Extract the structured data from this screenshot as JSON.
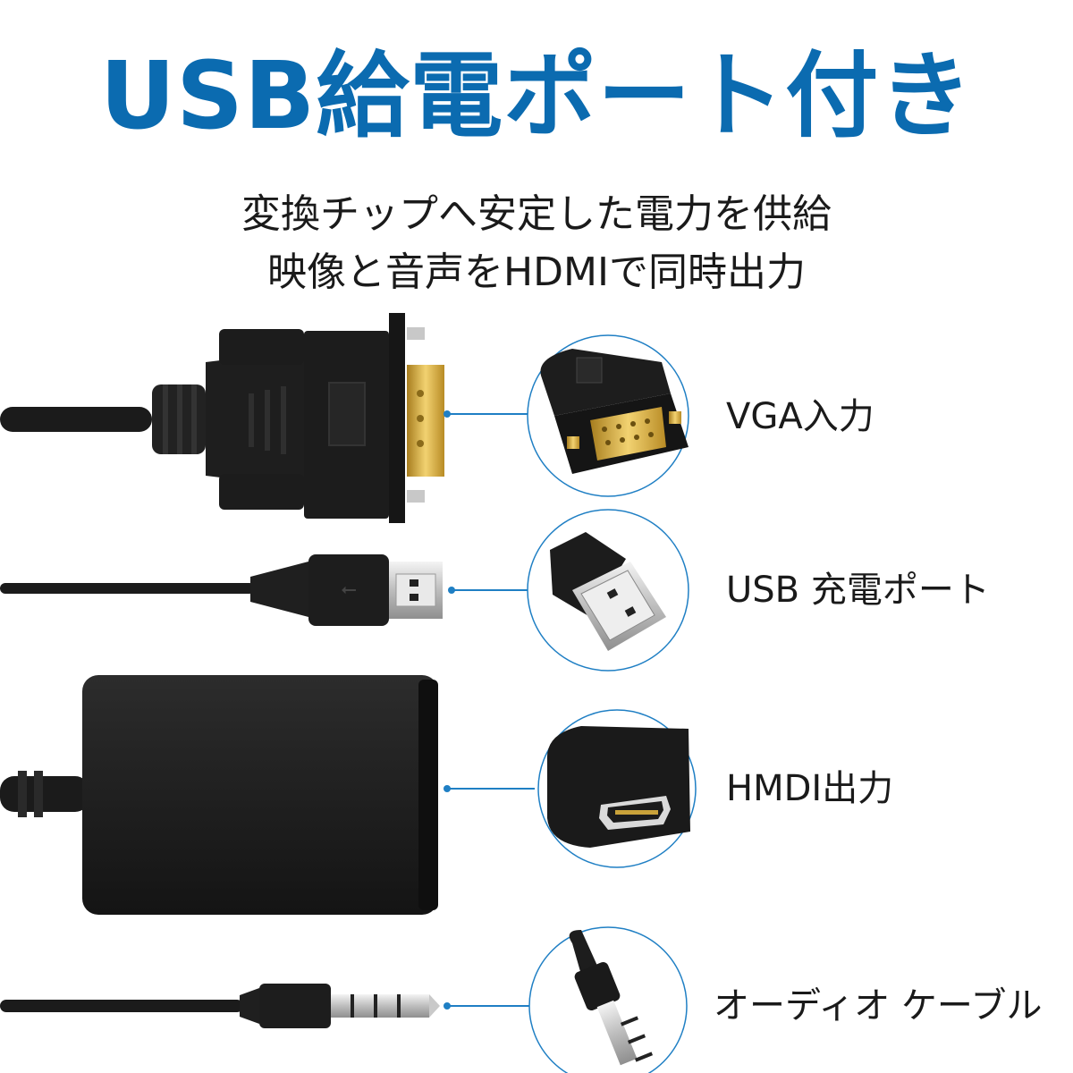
{
  "header": {
    "title": "USB給電ポート付き",
    "subtitle_line1": "変換チップへ安定した電力を供給",
    "subtitle_line2": "映像と音声をHDMIで同時出力"
  },
  "features": [
    {
      "label": "VGA入力",
      "icon": "vga-connector-icon"
    },
    {
      "label": "USB 充電ポート",
      "icon": "usb-plug-icon"
    },
    {
      "label": "HMDI出力",
      "icon": "hdmi-port-icon"
    },
    {
      "label": "オーディオ ケーブル",
      "icon": "audio-jack-icon"
    }
  ],
  "colors": {
    "title": "#0b6bb0",
    "accent_line": "#1f7fc4",
    "gold": "#d9b23a",
    "body": "#1d1d1d"
  }
}
